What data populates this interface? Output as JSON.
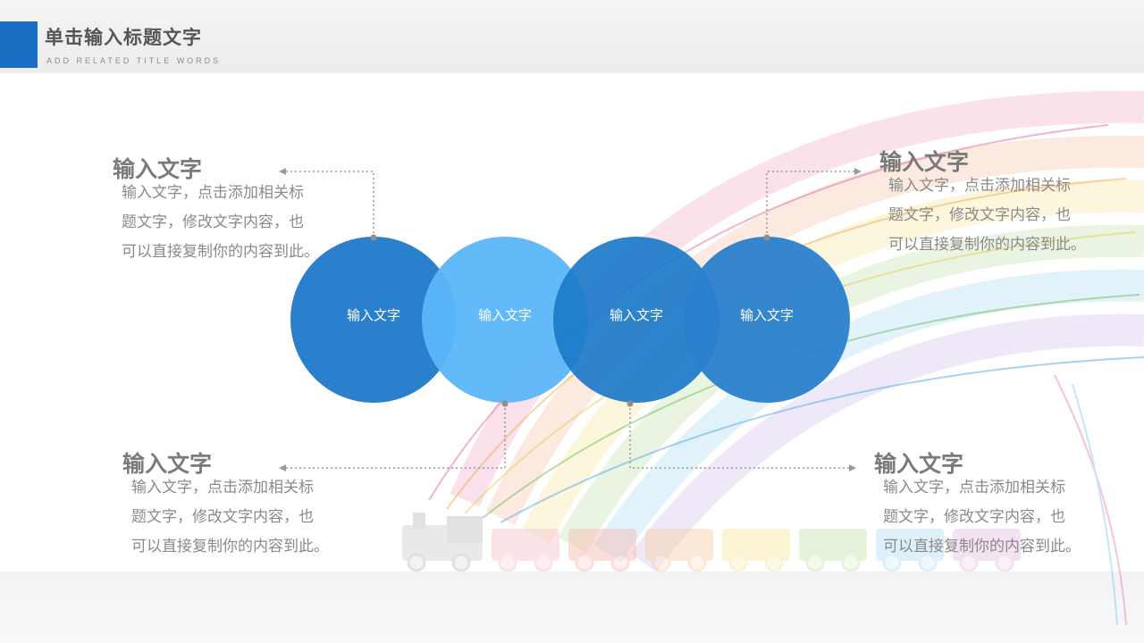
{
  "header": {
    "title": "单击输入标题文字",
    "subtitle": "ADD RELATED TITLE WORDS"
  },
  "colors": {
    "accent": "#1a6fc4",
    "circle_1": "#2a80cc",
    "circle_2": "#5bb6f8",
    "circle_3": "#1c79c9",
    "circle_4": "#2a80cc"
  },
  "circles": [
    {
      "label": "输入文字"
    },
    {
      "label": "输入文字"
    },
    {
      "label": "输入文字"
    },
    {
      "label": "输入文字"
    }
  ],
  "blocks": {
    "top_left": {
      "title": "输入文字",
      "lines": [
        "输入文字，点击添加相关标",
        "题文字，修改文字内容，也",
        "可以直接复制你的内容到此。"
      ]
    },
    "top_right": {
      "title": "输入文字",
      "lines": [
        "输入文字，点击添加相关标",
        "题文字，修改文字内容，也",
        "可以直接复制你的内容到此。"
      ]
    },
    "bottom_left": {
      "title": "输入文字",
      "lines": [
        "输入文字，点击添加相关标",
        "题文字，修改文字内容，也",
        "可以直接复制你的内容到此。"
      ]
    },
    "bottom_right": {
      "title": "输入文字",
      "lines": [
        "输入文字，点击添加相关标",
        "题文字，修改文字内容，也",
        "可以直接复制你的内容到此。"
      ]
    }
  }
}
